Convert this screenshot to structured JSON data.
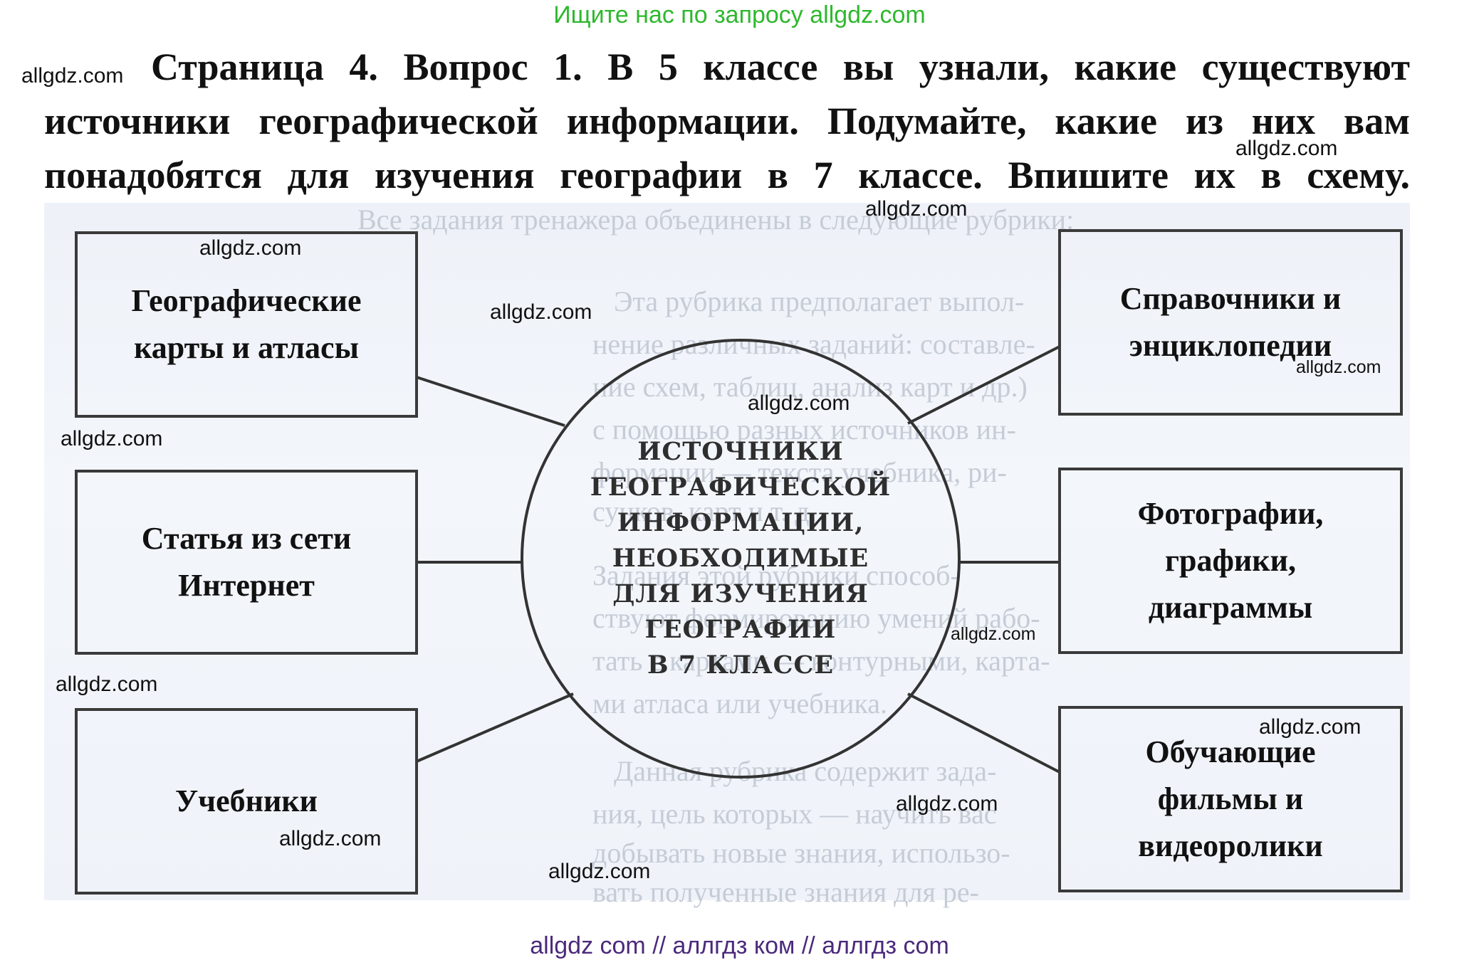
{
  "banner": "Ищите нас по запросу allgdz.com",
  "question": {
    "line1": "Страница 4. Вопрос 1. В 5 классе вы узнали, какие существуют",
    "line2": "источники географической информации. Подумайте, какие из них вам",
    "line3": "понадобятся для изучения географии в 7 классе. Впишите их в схему."
  },
  "diagram": {
    "center": {
      "lines": [
        "ИСТОЧНИКИ",
        "ГЕОГРАФИЧЕСКОЙ",
        "ИНФОРМАЦИИ,",
        "НЕОБХОДИМЫЕ",
        "ДЛЯ ИЗУЧЕНИЯ",
        "ГЕОГРАФИИ",
        "В 7 КЛАССЕ"
      ]
    },
    "boxes": {
      "maps": [
        "Географические",
        "карты и атласы"
      ],
      "internet": [
        "Статья из сети",
        "Интернет"
      ],
      "textbooks": [
        "Учебники"
      ],
      "reference": [
        "Справочники и",
        "энциклопедии"
      ],
      "photos": [
        "Фотографии,",
        "графики,",
        "диаграммы"
      ],
      "films": [
        "Обучающие",
        "фильмы и",
        "видеоролики"
      ]
    }
  },
  "background_text": [
    "Все задания тренажера объединены в следующие рубрики:",
    "Эта рубрика предполагает выпол-",
    "нение различных заданий: составле-",
    "ние схем, таблиц, анализ карт и др.)",
    "с помощью разных источников ин-",
    "формации — текста учебника, ри-",
    "сунков, карт и т. д.",
    "Задания этой рубрики способ-",
    "ствуют формированию умений рабо-",
    "тать с картами — контурными, карта-",
    "ми атласа или учебника.",
    "Данная рубрика содержит зада-",
    "ния, цель которых — научить вас",
    "добывать новые знания, использо-",
    "вать полученные знания для ре-"
  ],
  "watermark": "allgdz.com",
  "footer": "allgdz com  //  аллгдз ком  //  аллгдз com"
}
